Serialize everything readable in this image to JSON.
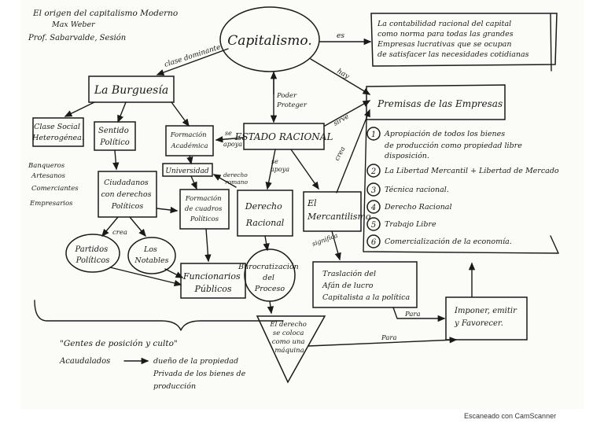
{
  "header": {
    "title": "El origen del capitalismo Moderno",
    "author": "Max Weber",
    "prof": "Prof. Sabarvalde, Sesión"
  },
  "nodes": {
    "capitalismo": "Capitalismo.",
    "contabilidad": [
      "La contabilidad racional del capital",
      "como norma para todas las grandes",
      "Empresas lucrativas que se ocupan",
      "de satisfacer las necesidades cotidianas"
    ],
    "burguesia": "La Burguesía",
    "clase_social": [
      "Clase Social",
      "Heterogénea."
    ],
    "sentido_politico": [
      "Sentido",
      "Político"
    ],
    "formacion_academica": [
      "Formación",
      "Académica"
    ],
    "estado_racional": "ESTADO RACIONAL",
    "premisas": "Premisas de las Empresas",
    "universidad": "Universidad",
    "ciudadanos": [
      "Ciudadanos",
      "con derechos",
      "Políticos"
    ],
    "formacion_cuadros": [
      "Formación",
      "de cuadros",
      "Políticos"
    ],
    "derecho_racional": [
      "Derecho",
      "Racional"
    ],
    "mercantilismo": [
      "El",
      "Mercantilismo"
    ],
    "partidos": [
      "Partidos",
      "Políticos"
    ],
    "notables": [
      "Los",
      "Notables"
    ],
    "funcionarios": [
      "Funcionarios",
      "Públicos"
    ],
    "burocratizacion": [
      "Burocratización",
      "del",
      "Proceso"
    ],
    "traslacion": [
      "Traslación del",
      "Afán de lucro",
      "Capitalista a la política"
    ],
    "imponer": [
      "Imponer, emitir",
      "y Favorecer."
    ],
    "triangulo": [
      "El derecho",
      "se coloca",
      "como una",
      "máquina"
    ]
  },
  "premisas_list": [
    {
      "num": "1",
      "text": [
        "Apropiación de todos los bienes",
        "de producción como propiedad libre",
        "disposición."
      ]
    },
    {
      "num": "2",
      "text": [
        "La Libertad Mercantil + Libertad de Mercado"
      ]
    },
    {
      "num": "3",
      "text": [
        "Técnica racional."
      ]
    },
    {
      "num": "4",
      "text": [
        "Derecho Racional"
      ]
    },
    {
      "num": "5",
      "text": [
        "Trabajo Libre"
      ]
    },
    {
      "num": "6",
      "text": [
        "Comercialización de la economía."
      ]
    }
  ],
  "occupations": [
    "Banqueros",
    "Artesanos",
    "Comerciantes",
    "Empresarios"
  ],
  "edge_labels": {
    "clase_dominante": "clase dominante",
    "es": "es",
    "hay": "hay",
    "poder_proteger": [
      "Poder",
      "Proteger"
    ],
    "se_apoya_1": [
      "se",
      "apoya"
    ],
    "se_apoya_2": [
      "se",
      "apoya"
    ],
    "sirve": "sirve",
    "crea": "crea",
    "crea2": "crea",
    "derecho_romano": [
      "derecho",
      "romano"
    ],
    "significa": "significa",
    "para": "Para",
    "para2": "Para"
  },
  "notes": {
    "gentes": "\"Gentes de posición y culto\"",
    "acaudalados": "Acaudalados",
    "duenos": [
      "dueño de la propiedad",
      "Privada de los bienes de",
      "producción"
    ]
  },
  "footer": "Escaneado con CamScanner"
}
